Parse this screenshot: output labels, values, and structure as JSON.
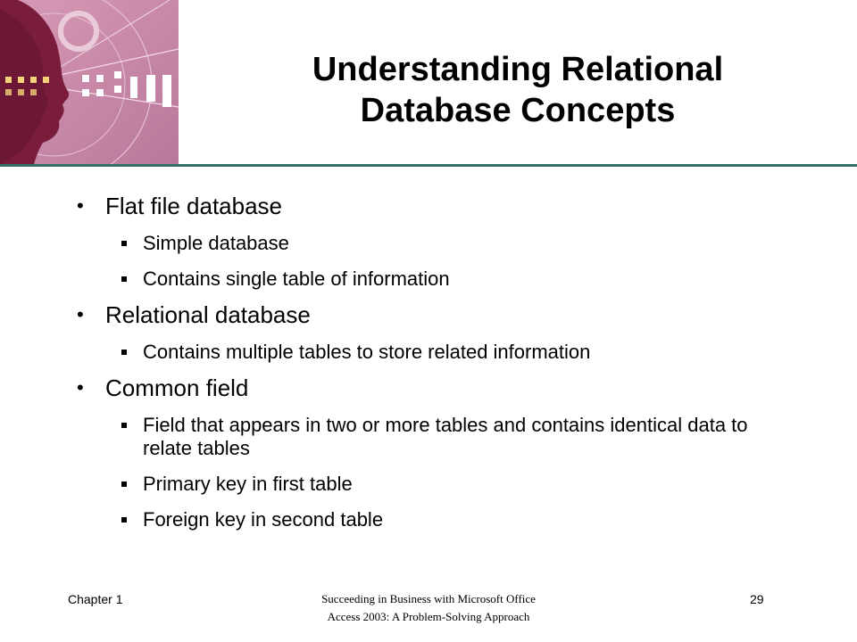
{
  "title": {
    "line1": "Understanding Relational",
    "line2": "Database Concepts"
  },
  "bullets": [
    {
      "text": "Flat file database",
      "subs": [
        "Simple database",
        "Contains single table of information"
      ]
    },
    {
      "text": "Relational database",
      "subs": [
        "Contains multiple tables to store related information"
      ]
    },
    {
      "text": "Common field",
      "subs": [
        "Field that appears in two or more tables and contains identical data to relate tables",
        "Primary key in first table",
        "Foreign key in second table"
      ]
    }
  ],
  "footer": {
    "chapter": "Chapter 1",
    "course_line1": "Succeeding in Business with Microsoft Office",
    "course_line2": "Access 2003: A Problem-Solving Approach",
    "page": "29"
  },
  "colors": {
    "rule": "#2f6f63",
    "logo_background": "#c98aa6",
    "logo_silhouette": "#7a1c3c"
  }
}
